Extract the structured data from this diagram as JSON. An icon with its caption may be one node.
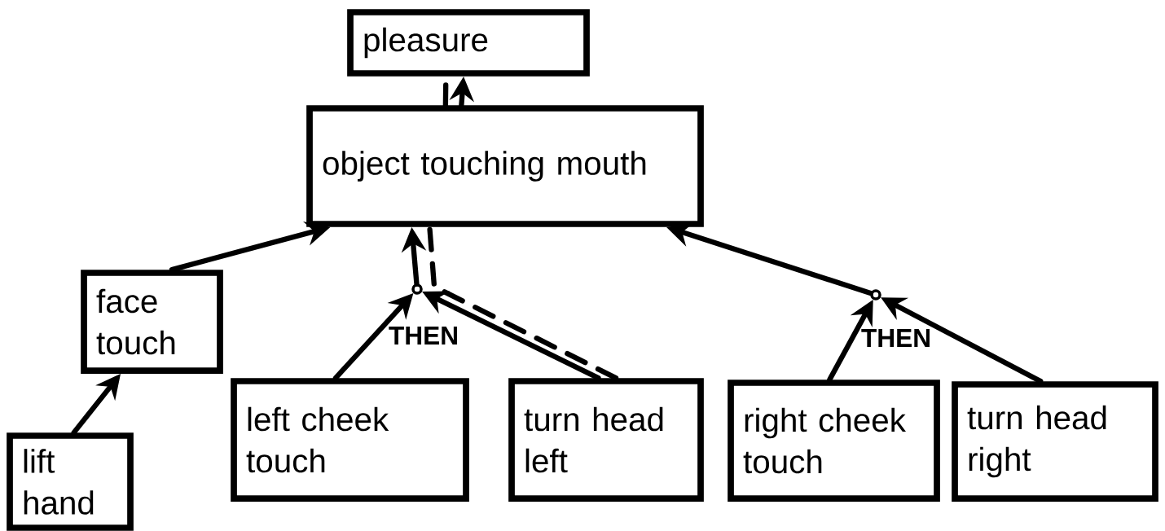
{
  "diagram": {
    "nodes": [
      {
        "text": [
          "pleasure"
        ]
      },
      {
        "text": [
          "object touching mouth"
        ]
      },
      {
        "text": [
          "face touch"
        ]
      },
      {
        "text": [
          "lift hand"
        ]
      },
      {
        "text": [
          "left cheek touch"
        ]
      },
      {
        "text": [
          "turn head left"
        ]
      },
      {
        "text": [
          "right cheek touch"
        ]
      },
      {
        "text": [
          "turn head right"
        ]
      },
      {
        "text": [],
        "shape": "circle"
      },
      {
        "text": [],
        "shape": "circle"
      }
    ],
    "edges": [
      {
        "from": 1,
        "to": 0,
        "arrow": "to"
      },
      {
        "from": 1,
        "to": 0,
        "arrow": "none",
        "style": "dashed"
      },
      {
        "from": 2,
        "to": 1,
        "arrow": "to"
      },
      {
        "from": 3,
        "to": 2,
        "arrow": "to"
      },
      {
        "from": 4,
        "to": 8,
        "arrow": "to"
      },
      {
        "from": 5,
        "to": 8,
        "arrow": "to"
      },
      {
        "from": 8,
        "to": 1,
        "arrow": "to"
      },
      {
        "from": 5,
        "to": 1,
        "arrow": "none",
        "style": "dashed"
      },
      {
        "from": 6,
        "to": 9,
        "arrow": "to"
      },
      {
        "from": 7,
        "to": 9,
        "arrow": "to"
      },
      {
        "from": 9,
        "to": 1,
        "arrow": "to"
      }
    ],
    "labels": [
      "THEN",
      "THEN"
    ]
  }
}
